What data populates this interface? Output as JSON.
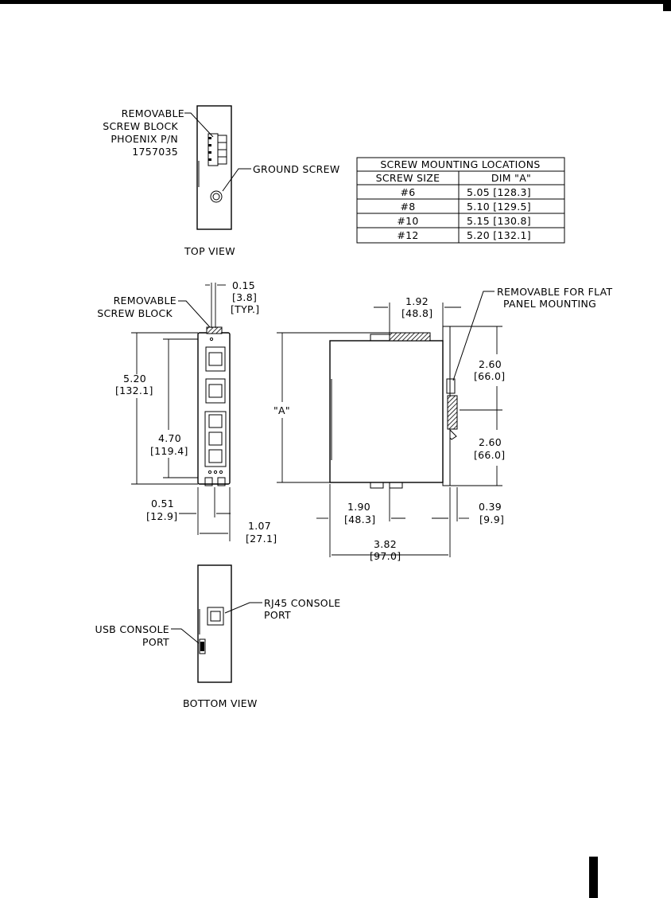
{
  "top_view": {
    "caption": "TOP VIEW",
    "label_block": [
      "REMOVABLE",
      "SCREW BLOCK",
      "PHOENIX P/N",
      "1757035"
    ],
    "label_ground": "GROUND SCREW"
  },
  "table": {
    "title": "SCREW MOUNTING LOCATIONS",
    "headers": [
      "SCREW SIZE",
      "DIM \"A\""
    ],
    "rows": [
      [
        "#6",
        "5.05 [128.3]"
      ],
      [
        "#8",
        "5.10 [129.5]"
      ],
      [
        "#10",
        "5.15 [130.8]"
      ],
      [
        "#12",
        "5.20 [132.1]"
      ]
    ]
  },
  "front_view": {
    "label_block": [
      "REMOVABLE",
      "SCREW BLOCK"
    ],
    "dim_015": [
      "0.15",
      "[3.8]",
      "[TYP.]"
    ],
    "dim_520": [
      "5.20",
      "[132.1]"
    ],
    "dim_470": [
      "4.70",
      "[119.4]"
    ],
    "dim_051": [
      "0.51",
      "[12.9]"
    ],
    "dim_107": [
      "1.07",
      "[27.1]"
    ]
  },
  "side_view": {
    "label_removable": [
      "REMOVABLE FOR FLAT",
      "PANEL MOUNTING"
    ],
    "dim_192": [
      "1.92",
      "[48.8]"
    ],
    "dim_A": "\"A\"",
    "dim_260_top": [
      "2.60",
      "[66.0]"
    ],
    "dim_260_bottom": [
      "2.60",
      "[66.0]"
    ],
    "dim_190": [
      "1.90",
      "[48.3]"
    ],
    "dim_039": [
      "0.39",
      "[9.9]"
    ],
    "dim_382": [
      "3.82",
      "[97.0]"
    ]
  },
  "bottom_view": {
    "caption": "BOTTOM VIEW",
    "label_rj45": [
      "RJ45 CONSOLE",
      "PORT"
    ],
    "label_usb": [
      "USB CONSOLE",
      "PORT"
    ]
  }
}
